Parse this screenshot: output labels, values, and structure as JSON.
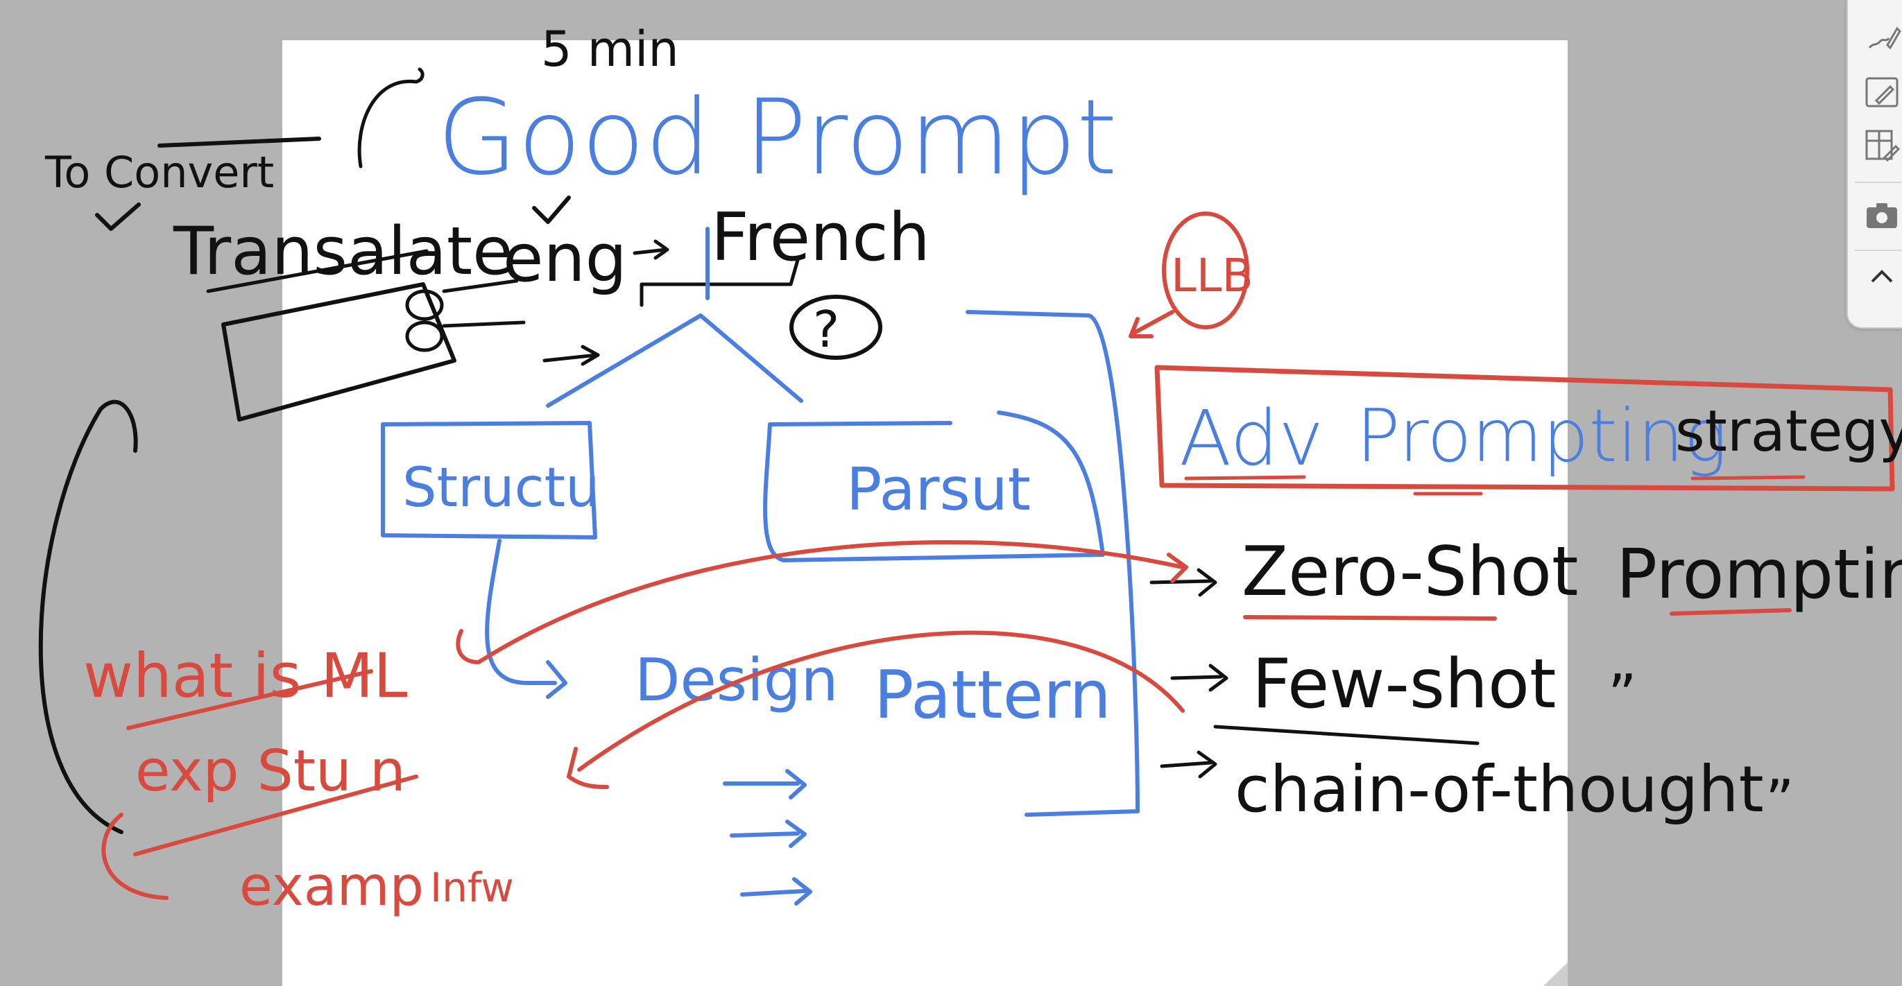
{
  "board": {
    "top_note": "5 min",
    "title": "Good Prompt",
    "side_note": "To Convert",
    "translate": "Transalate",
    "eng": "eng",
    "french": "French",
    "query_mark": "?",
    "structure": "Structu",
    "persona": "Parsut",
    "design_pattern_a": "Design",
    "design_pattern_b": "Pattern",
    "llm_badge": "LLB",
    "adv_a": "Adv",
    "adv_b": "Prompting",
    "adv_c": "strategy",
    "zero_shot": "Zero-Shot",
    "prompting": "Prompting",
    "few_shot": "Few-shot",
    "few_shot_ditto": "”",
    "cot": "chain-of-thought",
    "cot_ditto": "”",
    "what_is_ml": "what is ML",
    "exp_stun": "exp Stu n",
    "exmp": "examp",
    "jnfo": "Infw"
  },
  "toolbar": {
    "items": [
      "pen-tool",
      "whiteboard-edit",
      "table-tool",
      "camera",
      "collapse"
    ]
  }
}
